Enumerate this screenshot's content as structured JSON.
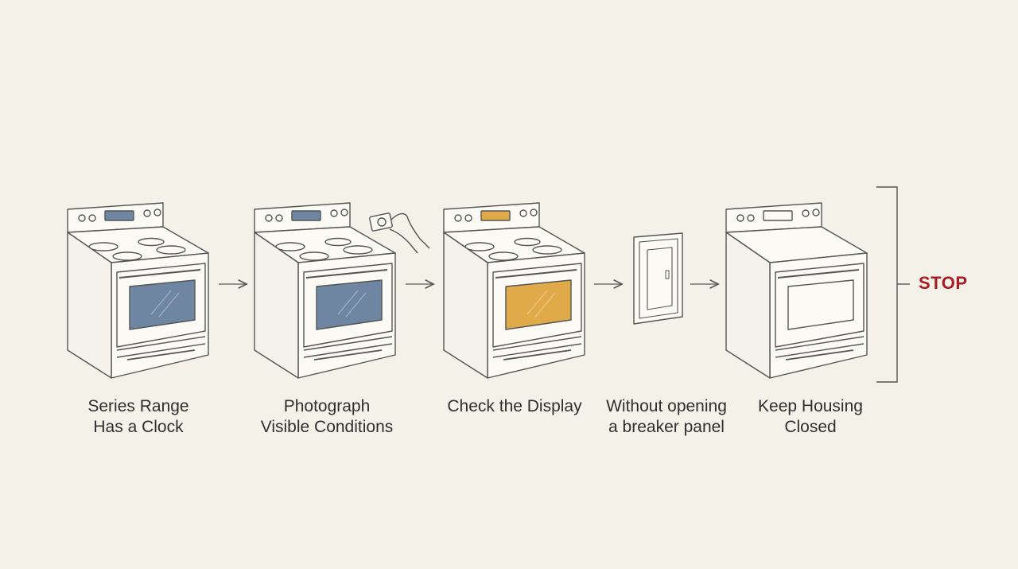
{
  "steps": [
    {
      "label": "Series Range\nHas a Clock",
      "window_color": "#6f86a3"
    },
    {
      "label": "Photograph\nVisible Conditions",
      "window_color": "#6f86a3"
    },
    {
      "label": "Check the Display",
      "window_color": "#e0a94a"
    },
    {
      "label": "Without opening\na breaker panel"
    },
    {
      "label": "Keep Housing\nClosed"
    }
  ],
  "stop_label": "STOP",
  "colors": {
    "stop": "#a71d22",
    "line": "#5a5a5a",
    "background": "#f3f1e8"
  }
}
